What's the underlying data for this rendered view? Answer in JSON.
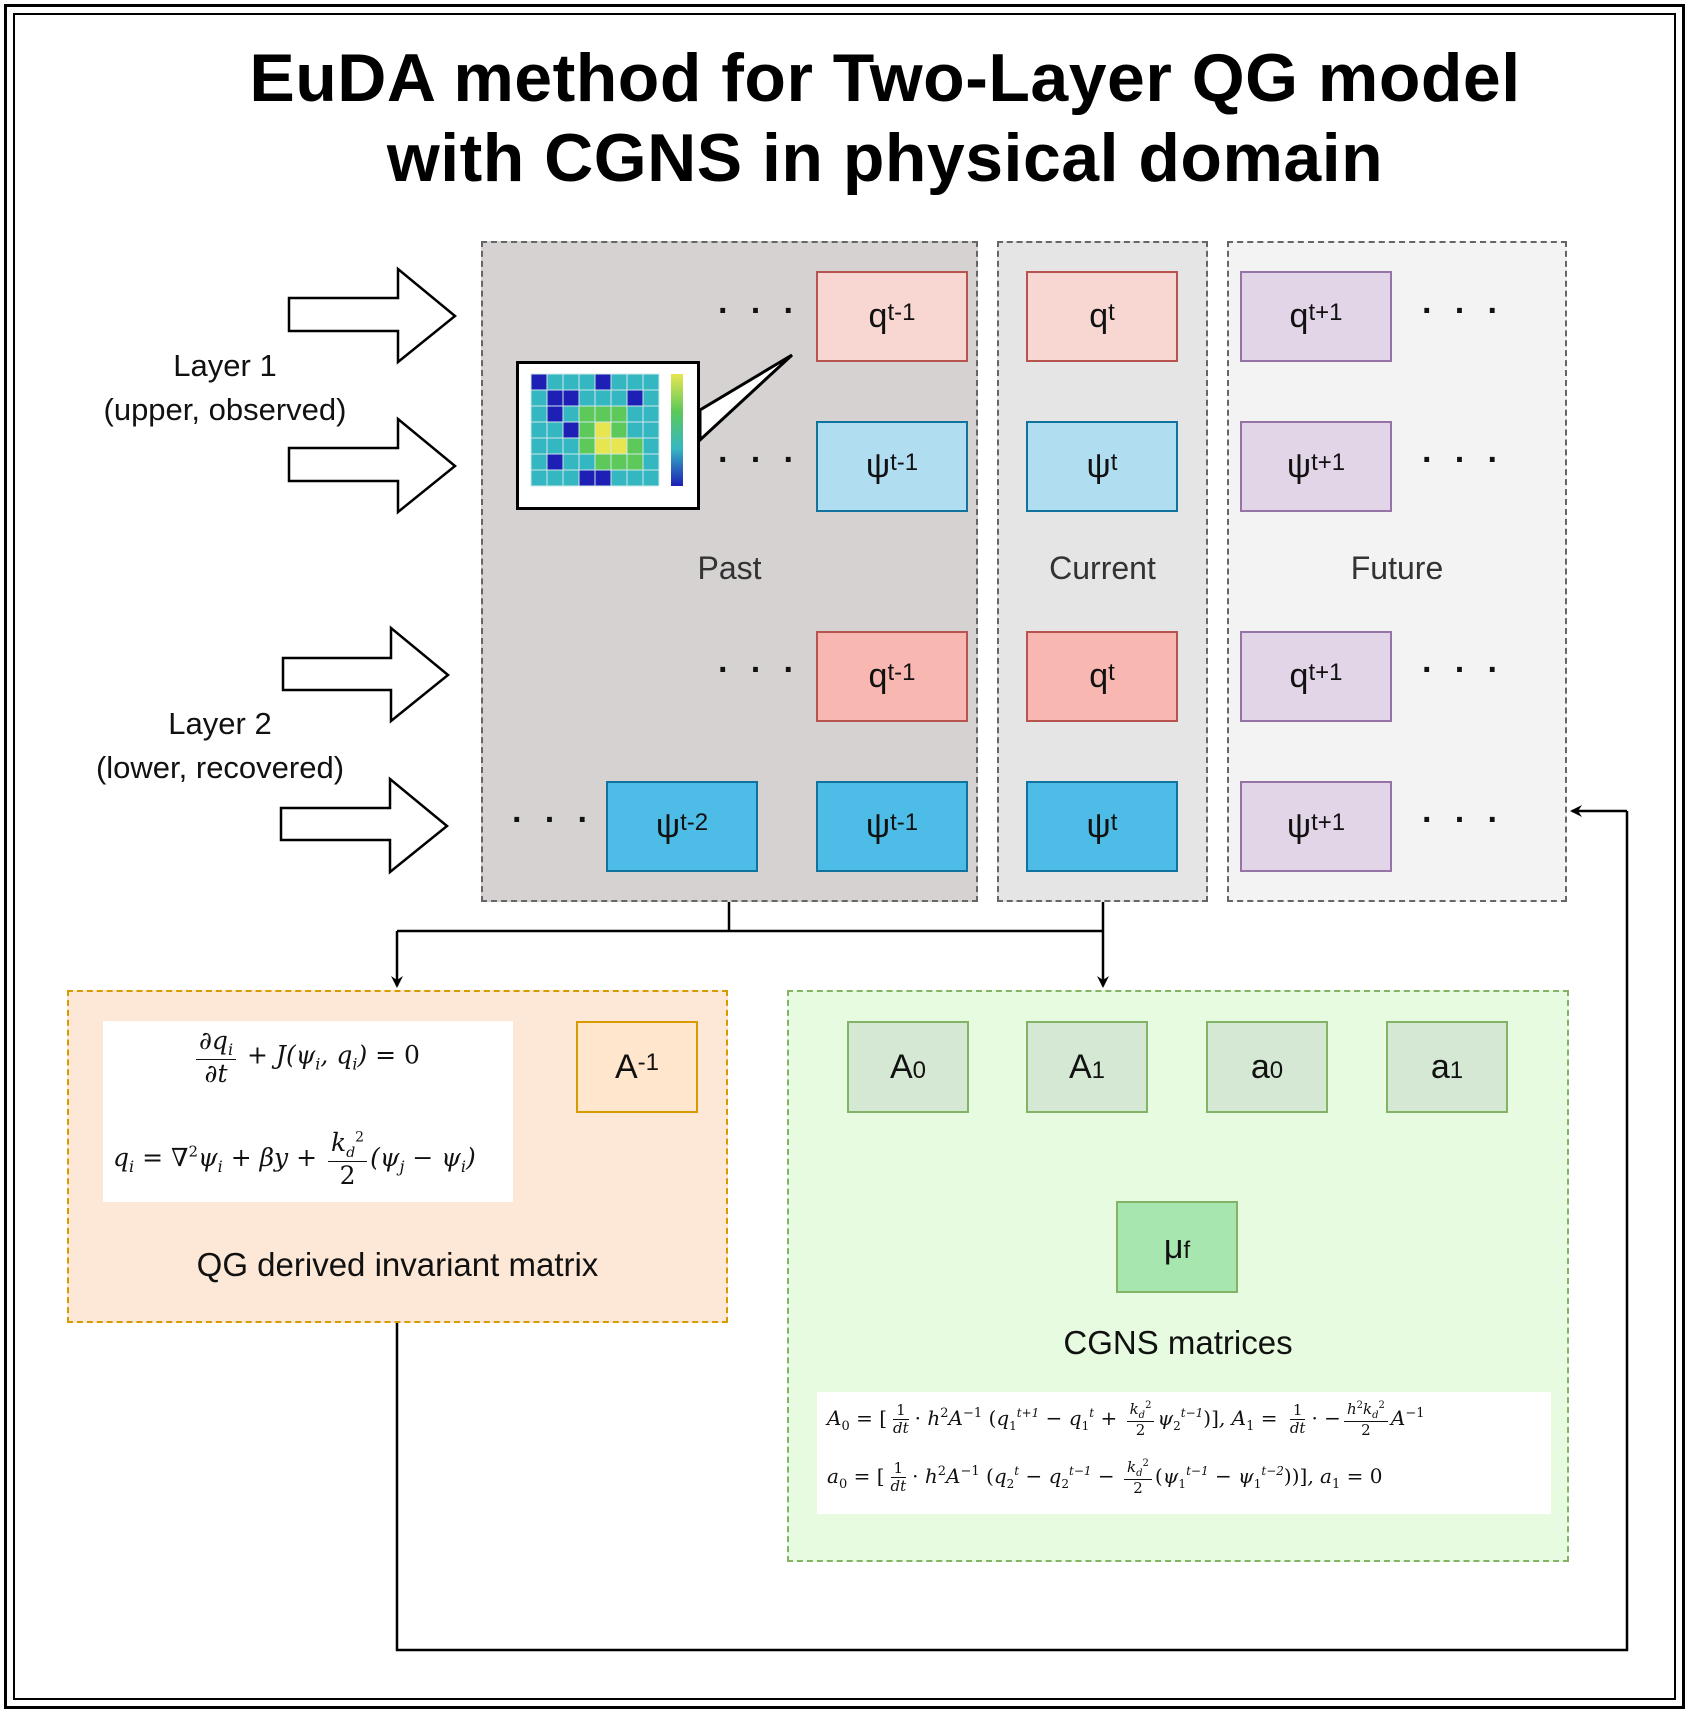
{
  "title": {
    "line1": "EuDA method for Two-Layer QG model",
    "line2": "with CGNS in physical domain"
  },
  "layers": {
    "layer1": {
      "name": "Layer 1",
      "desc": "(upper, observed)"
    },
    "layer2": {
      "name": "Layer 2",
      "desc": "(lower, recovered)"
    }
  },
  "panels": {
    "past": "Past",
    "current": "Current",
    "future": "Future"
  },
  "ellipsis": "· · ·",
  "cells": {
    "q": "q",
    "psi": "ψ",
    "t_minus_1": "t-1",
    "t_minus_2": "t-2",
    "t": "t",
    "t_plus_1": "t+1"
  },
  "heatmap": {
    "grid": [
      [
        "#1d1fb5",
        "#35b7c2",
        "#35b7c2",
        "#35b7c2",
        "#1d1fb5",
        "#35b7c2",
        "#35b7c2",
        "#35b7c2"
      ],
      [
        "#35b7c2",
        "#1d1fb5",
        "#1d1fb5",
        "#35b7c2",
        "#35b7c2",
        "#35b7c2",
        "#1d1fb5",
        "#35b7c2"
      ],
      [
        "#35b7c2",
        "#1d1fb5",
        "#35b7c2",
        "#5cc95a",
        "#5cc95a",
        "#5cc95a",
        "#35b7c2",
        "#35b7c2"
      ],
      [
        "#35b7c2",
        "#35b7c2",
        "#1d1fb5",
        "#5cc95a",
        "#e8e650",
        "#5cc95a",
        "#35b7c2",
        "#35b7c2"
      ],
      [
        "#35b7c2",
        "#35b7c2",
        "#35b7c2",
        "#5cc95a",
        "#e8e650",
        "#e8e650",
        "#5cc95a",
        "#35b7c2"
      ],
      [
        "#35b7c2",
        "#1d1fb5",
        "#35b7c2",
        "#35b7c2",
        "#5cc95a",
        "#5cc95a",
        "#5cc95a",
        "#35b7c2"
      ],
      [
        "#35b7c2",
        "#35b7c2",
        "#35b7c2",
        "#1d1fb5",
        "#1d1fb5",
        "#35b7c2",
        "#35b7c2",
        "#35b7c2"
      ]
    ],
    "colorbar": [
      "#e8e650",
      "#5cc95a",
      "#35b7c2",
      "#1d1fb5"
    ]
  },
  "qg_box": {
    "caption": "QG derived invariant matrix",
    "matrix_label": "A",
    "matrix_sup": "-1"
  },
  "cgns_box": {
    "caption": "CGNS matrices",
    "cells": [
      {
        "base": "A",
        "sub": "0"
      },
      {
        "base": "A",
        "sub": "1"
      },
      {
        "base": "a",
        "sub": "0"
      },
      {
        "base": "a",
        "sub": "1"
      }
    ],
    "mu": {
      "base": "μ",
      "sub": "f"
    }
  },
  "colors": {
    "past_bg": "#d6d2d1",
    "current_bg": "#e5e5e5",
    "future_bg": "#f3f3f3",
    "qg_bg": "#fde8d7",
    "qg_border": "#d79b00",
    "cgns_bg": "#e6fbdf",
    "cgns_border": "#82b366"
  }
}
